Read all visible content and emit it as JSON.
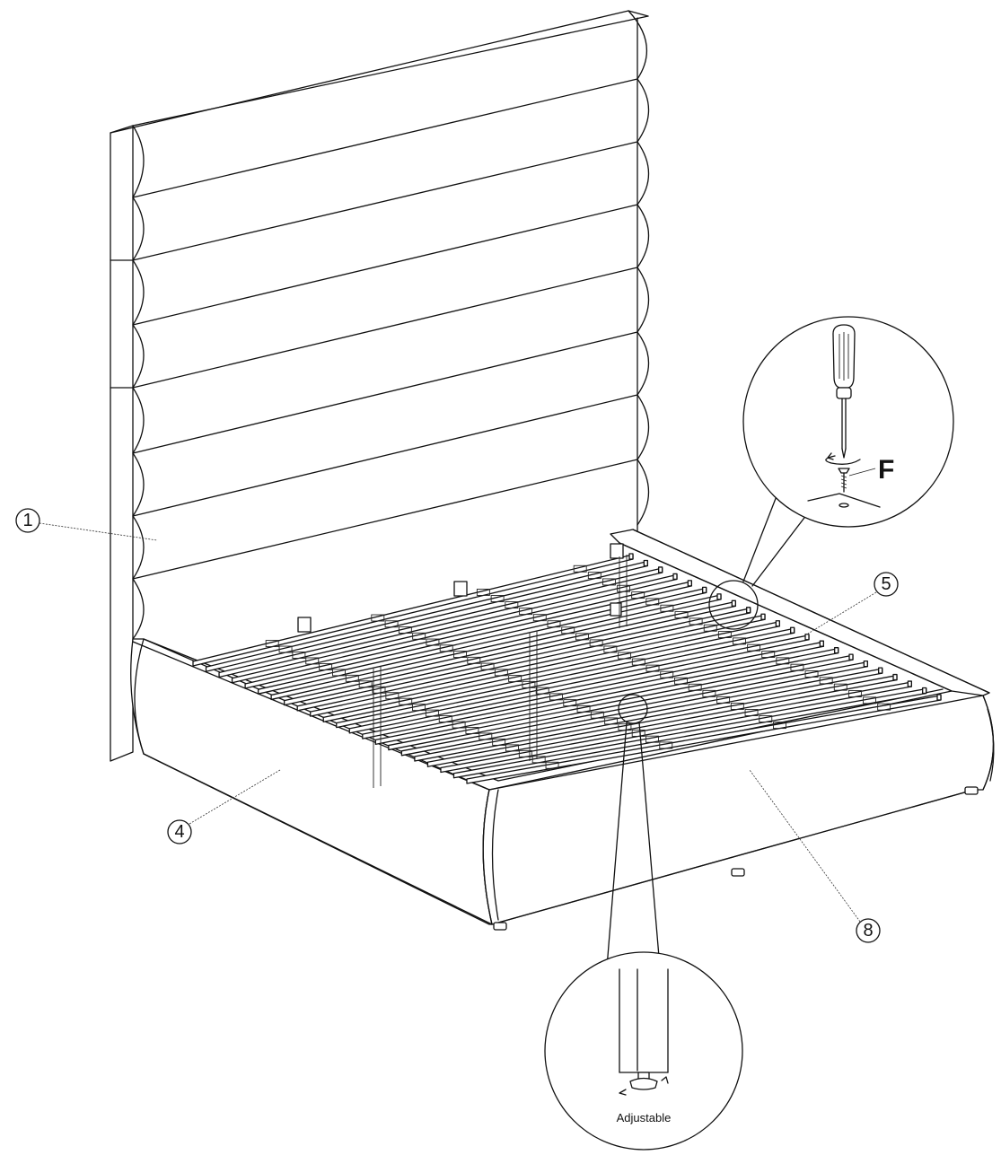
{
  "diagram": {
    "callouts": [
      {
        "id": "headboard",
        "label": "1"
      },
      {
        "id": "side-rail-front",
        "label": "4"
      },
      {
        "id": "side-rail-right",
        "label": "5"
      },
      {
        "id": "slat",
        "label": "8"
      }
    ],
    "screw_part_label": "F",
    "foot_detail_label": "Adjustable",
    "icons": [
      "screwdriver-icon",
      "screw-icon",
      "rotate-arrow-icon",
      "adjustable-foot-icon"
    ],
    "line_color": "#111111",
    "background_color": "#ffffff"
  }
}
